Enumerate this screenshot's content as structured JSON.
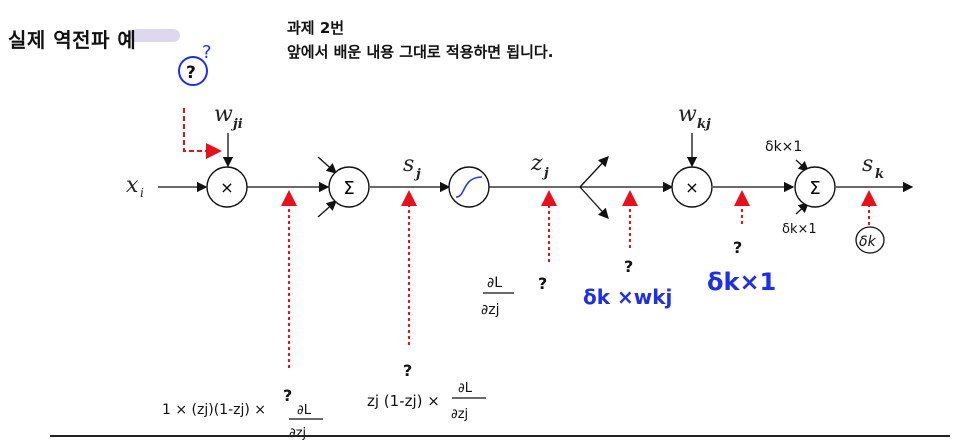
{
  "title": "실제 역전파 예",
  "task": {
    "heading": "과제 2번",
    "instruction": "앞에서 배운 내용 그대로 적용하면 됩니다."
  },
  "diagram": {
    "input_x": "x",
    "input_x_sub": "i",
    "weight_w": "w",
    "weight_w_sub": "ji",
    "weight_w2": "w",
    "weight_w2_sub": "kj",
    "multiply_symbol": "×",
    "sum_symbol": "Σ",
    "s": "s",
    "s_sub": "j",
    "z": "z",
    "z_sub": "j",
    "sk": "s",
    "sk_sub": "k",
    "question": "?"
  },
  "annotations": {
    "delta_k": "δk",
    "dk_x1_top": "δk×1",
    "dk_x1_bottom": "δk×1",
    "dL": "∂L",
    "dz": "∂zj",
    "dk_wkj": "δk ×wkj",
    "dk_x1_big": "δk×1",
    "sigmoid_grad": "zj (1-zj) ×",
    "first_grad_prefix": "1 ×  (zj)(1-zj) ×"
  },
  "colors": {
    "arrow": "#111111",
    "red": "#e8101a",
    "blue": "#1f2ee8",
    "highlight": "#ddd8ef"
  }
}
